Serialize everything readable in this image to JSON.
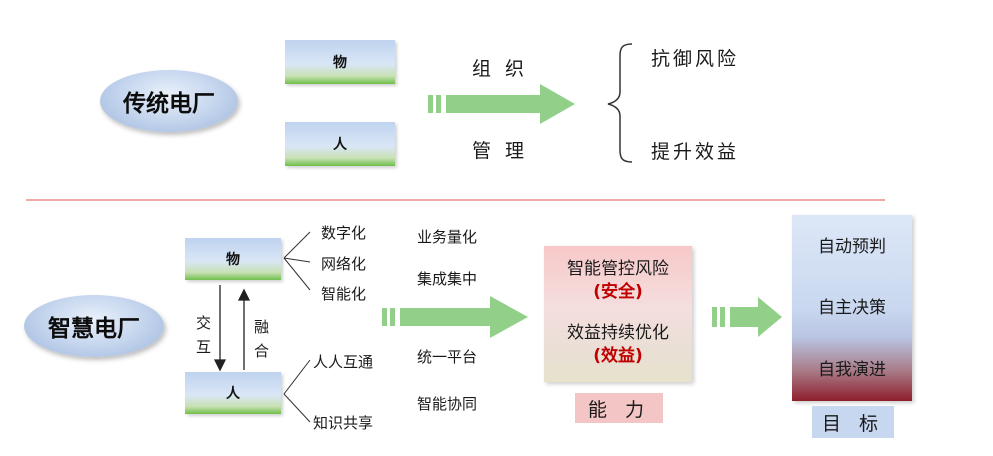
{
  "traditional": {
    "label": "传统电厂",
    "box_thing": "物",
    "box_people": "人",
    "arrow_top": "组 织",
    "arrow_bottom": "管 理",
    "outcome_1": "抗御风险",
    "outcome_2": "提升效益"
  },
  "smart": {
    "label": "智慧电厂",
    "box_thing": "物",
    "box_people": "人",
    "interact": [
      "交",
      "互"
    ],
    "merge": [
      "融",
      "合"
    ],
    "thing_features": [
      "数字化",
      "网络化",
      "智能化"
    ],
    "people_features": [
      "人人互通",
      "知识共享"
    ],
    "methods": [
      "业务量化",
      "集成集中",
      "统一平台",
      "智能协同"
    ],
    "capability": {
      "line1": "智能管控风险",
      "line1_tag": "(安全)",
      "line2": "效益持续优化",
      "line2_tag": "(效益)",
      "caption": "能 力"
    },
    "goal": {
      "items": [
        "自动预判",
        "自主决策",
        "自我演进"
      ],
      "caption": "目 标"
    }
  },
  "colors": {
    "arrow_green": "#92d08a",
    "divider": "#d9534f",
    "highlight_red": "#c00000"
  }
}
